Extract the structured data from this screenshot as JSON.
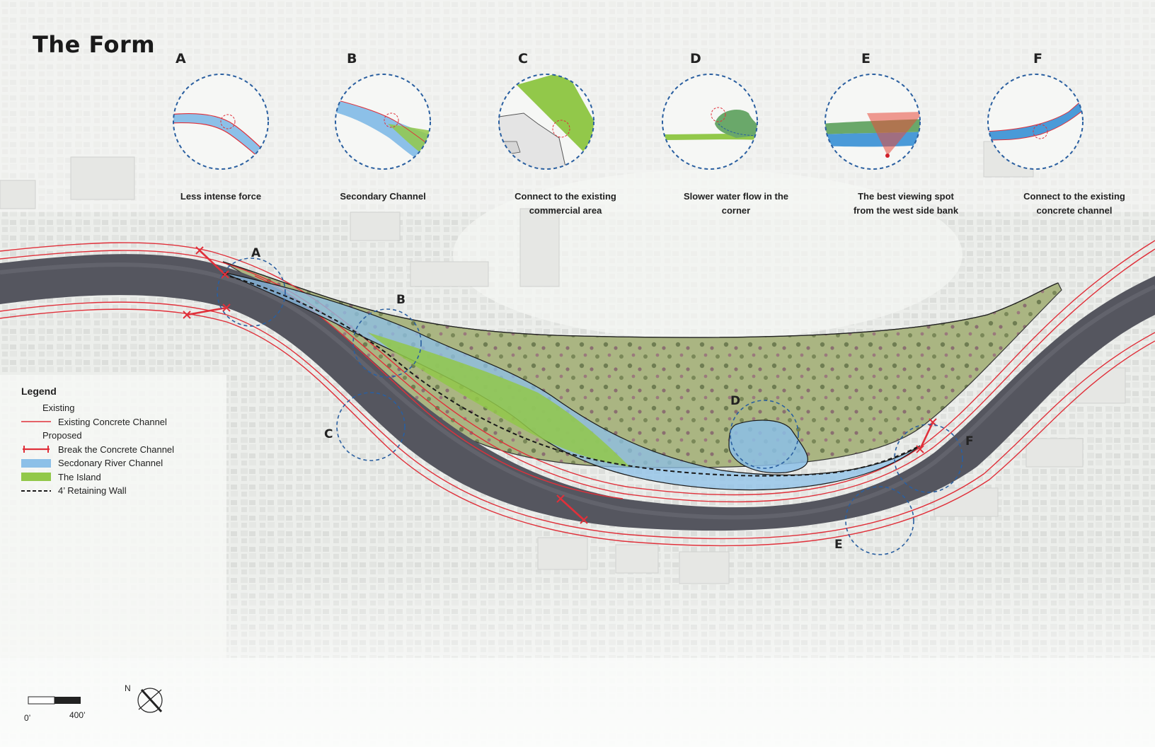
{
  "title": "The Form",
  "diagrams": [
    {
      "letter": "A",
      "caption_lines": [
        "Less intense force"
      ]
    },
    {
      "letter": "B",
      "caption_lines": [
        "Secondary Channel"
      ]
    },
    {
      "letter": "C",
      "caption_lines": [
        "Connect to the existing",
        "commercial area"
      ]
    },
    {
      "letter": "D",
      "caption_lines": [
        "Slower water flow in the",
        "corner"
      ]
    },
    {
      "letter": "E",
      "caption_lines": [
        "The best viewing spot",
        "from the west side bank"
      ]
    },
    {
      "letter": "F",
      "caption_lines": [
        "Connect to the existing",
        "concrete channel"
      ]
    }
  ],
  "legend": {
    "title": "Legend",
    "existing_heading": "Existing",
    "existing_concrete": "Existing Concrete Channel",
    "proposed_heading": "Proposed",
    "break_channel": "Break the Concrete Channel",
    "secondary_channel": "Secdonary River Channel",
    "island": "The Island",
    "retaining_wall": "4’ Retaining Wall"
  },
  "map_labels": {
    "A": "A",
    "B": "B",
    "C": "C",
    "D": "D",
    "E": "E",
    "F": "F"
  },
  "scale": {
    "start": "0’",
    "end": "400’"
  },
  "north": "N",
  "colors": {
    "concrete_line": "#e0303a",
    "secondary_channel": "#8cc0e8",
    "island": "#92c84a",
    "retaining_wall": "#1a1a1a",
    "callout_circle": "#2a5fa0",
    "river_bed": "#56565e",
    "vegetation": "#a6b07c"
  }
}
